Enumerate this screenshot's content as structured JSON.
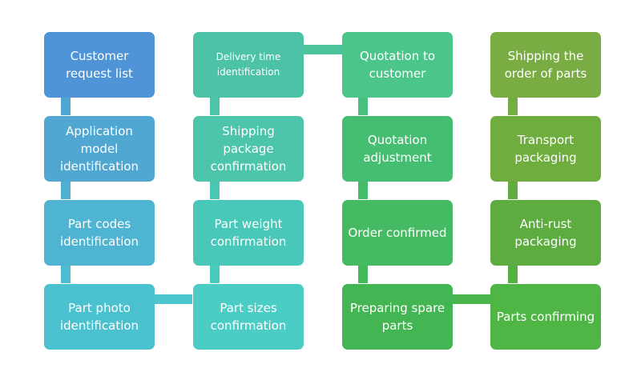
{
  "diagram": {
    "boxes": [
      {
        "id": "c1r1",
        "label": "Customer request list",
        "color": "#4e94d6"
      },
      {
        "id": "c1r2",
        "label": "Application model identification",
        "color": "#50a7d2"
      },
      {
        "id": "c1r3",
        "label": "Part codes identification",
        "color": "#4fb4d1"
      },
      {
        "id": "c1r4",
        "label": "Part photo identification",
        "color": "#4bc1cf"
      },
      {
        "id": "c2r1",
        "label": "Delivery time identification",
        "color": "#4cc2a7"
      },
      {
        "id": "c2r2",
        "label": "Shipping package confirmation",
        "color": "#4cc5aa"
      },
      {
        "id": "c2r3",
        "label": "Part weight confirmation",
        "color": "#49c7b8"
      },
      {
        "id": "c2r4",
        "label": "Part sizes confirmation",
        "color": "#4bcdc6"
      },
      {
        "id": "c3r1",
        "label": "Quotation to customer",
        "color": "#4cc58a"
      },
      {
        "id": "c3r2",
        "label": "Quotation adjustment",
        "color": "#45be72"
      },
      {
        "id": "c3r3",
        "label": "Order confirmed",
        "color": "#46ba62"
      },
      {
        "id": "c3r4",
        "label": "Preparing spare parts",
        "color": "#43b553"
      },
      {
        "id": "c4r1",
        "label": "Shipping the order of parts",
        "color": "#79ad43"
      },
      {
        "id": "c4r2",
        "label": "Transport packaging",
        "color": "#6fad3f"
      },
      {
        "id": "c4r3",
        "label": "Anti-rust packaging",
        "color": "#5cac40"
      },
      {
        "id": "c4r4",
        "label": "Parts confirming",
        "color": "#4fb645"
      }
    ],
    "connector_colors": {
      "col1": "#4ea7d3",
      "col2": "#4cc6b0",
      "col3": "#45bd6a",
      "col4": "#5fad40",
      "row4_left": "#4bc7cd",
      "row1_mid": "#4cc49a",
      "row4_right": "#48b54d"
    }
  }
}
